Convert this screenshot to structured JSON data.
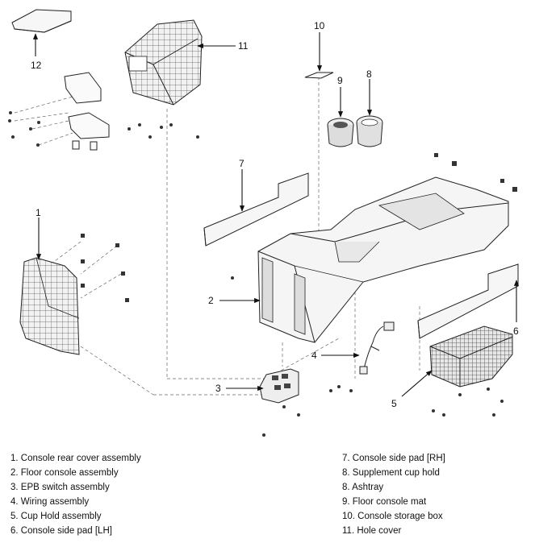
{
  "callouts": {
    "c1": "1",
    "c2": "2",
    "c3": "3",
    "c4": "4",
    "c5": "5",
    "c6": "6",
    "c7": "7",
    "c8": "8",
    "c9": "9",
    "c10": "10",
    "c11": "11",
    "c12": "12"
  },
  "legend": {
    "left": [
      "1. Console rear cover assembly",
      "2. Floor console assembly",
      "3. EPB switch assembly",
      "4. Wiring assembly",
      "5. Cup Hold assembly",
      "6. Console side pad [LH]"
    ],
    "right": [
      "7. Console side pad [RH]",
      "8. Supplement cup hold",
      "8. Ashtray",
      "9. Floor console mat",
      "10. Console storage box",
      "11. Hole cover"
    ]
  }
}
